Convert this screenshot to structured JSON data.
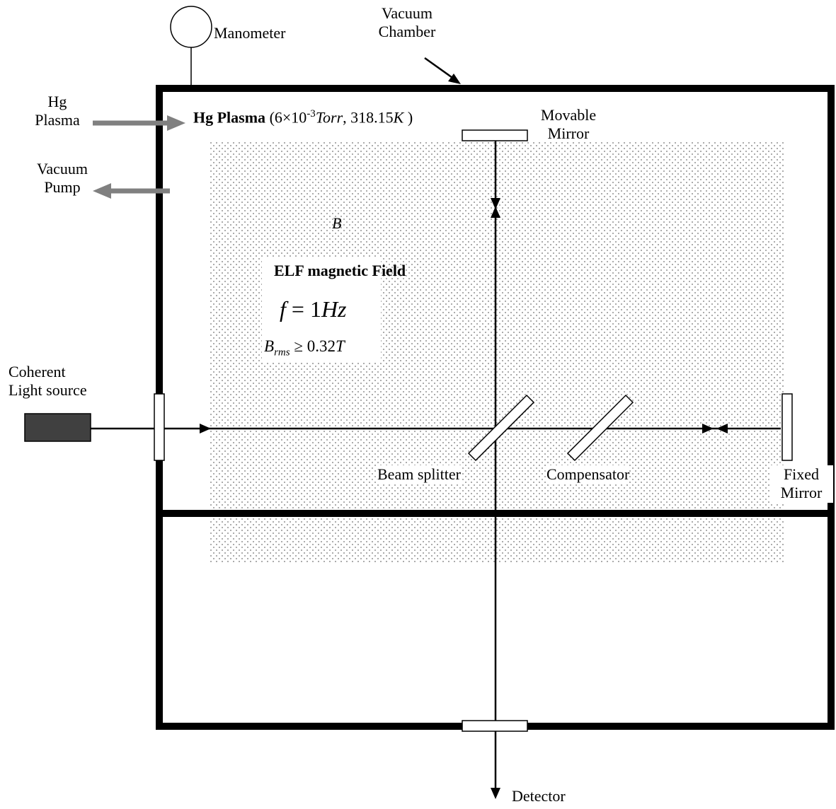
{
  "labels": {
    "manometer": "Manometer",
    "vacuum_chamber": [
      "Vacuum",
      "Chamber"
    ],
    "hg_plasma_inlet": [
      "Hg",
      "Plasma"
    ],
    "vacuum_pump": [
      "Vacuum",
      "Pump"
    ],
    "hg_plasma_title": "Hg Plasma",
    "hg_plasma_conditions": {
      "open": "(",
      "mantissa": "6×10",
      "exponent": "-3",
      "pressure_unit": "Torr",
      "sep": ", ",
      "temperature": "318.15",
      "temperature_unit": "K",
      "close": ")"
    },
    "movable_mirror": [
      "Movable",
      "Mirror"
    ],
    "field_symbol": "B",
    "elf_title": "ELF magnetic Field",
    "frequency": {
      "var": "f",
      "eq": "= 1",
      "unit": "Hz"
    },
    "brms": {
      "var": "B",
      "sub": "rms",
      "rel": "≥ 0.32",
      "unit": "T"
    },
    "coherent_source": [
      "Coherent",
      "Light source"
    ],
    "beam_splitter": "Beam splitter",
    "compensator": "Compensator",
    "fixed_mirror": [
      "Fixed",
      "Mirror"
    ],
    "detector": "Detector"
  },
  "colors": {
    "chamber_wall": "#000000",
    "flow_arrow": "#808080",
    "light_source": "#404040",
    "plasma_dots": "#8a8a8a",
    "beam": "#000000"
  }
}
